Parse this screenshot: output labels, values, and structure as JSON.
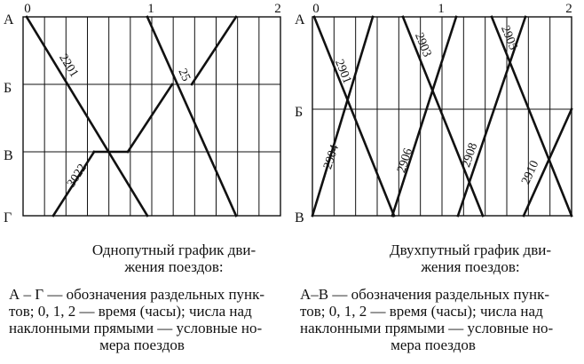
{
  "left": {
    "time_labels": [
      "0",
      "1",
      "2"
    ],
    "station_labels": [
      "А",
      "Б",
      "В",
      "Г"
    ],
    "train_numbers": [
      "2201",
      "25",
      "3022"
    ],
    "caption_title": [
      "Однопутный график дви-",
      "жения поездов:"
    ],
    "caption_note": [
      "А – Г — обозначения раздельных пунк-",
      "тов; 0, 1, 2 — время (часы); числа над",
      "наклонными прямыми — условные но-",
      "мера поездов"
    ]
  },
  "right": {
    "time_labels": [
      "0",
      "1",
      "2"
    ],
    "station_labels": [
      "А",
      "Б",
      "В"
    ],
    "train_numbers": [
      "2901",
      "2903",
      "2905",
      "2904",
      "2906",
      "2908",
      "2910"
    ],
    "caption_title": [
      "Двухпутный график дви-",
      "жения поездов:"
    ],
    "caption_note": [
      "А–В — обозначения раздельных пунк-",
      "тов; 0, 1, 2 — время (часы); числа над",
      "наклонными прямыми — условные но-",
      "мера поездов"
    ]
  }
}
